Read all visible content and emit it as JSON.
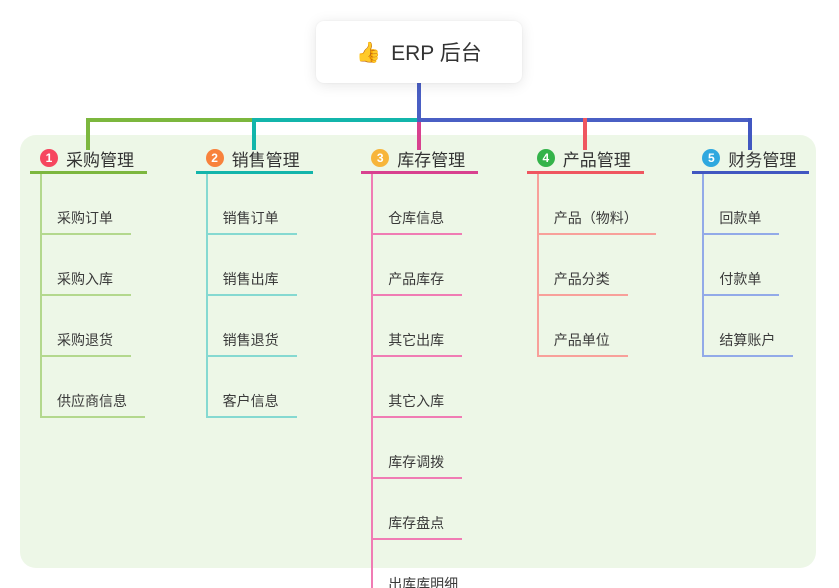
{
  "root": {
    "icon": "👍",
    "label": "ERP 后台"
  },
  "colors": {
    "page_bg": "#ffffff",
    "panel_bg": "#edf7e7",
    "root_connector": "#4a5fc4",
    "text_dark": "#333333"
  },
  "branches": [
    {
      "num": "1",
      "label": "采购管理",
      "badge_color": "#f6465f",
      "main_color": "#7cb73e",
      "light_color": "#b3d88d",
      "children": [
        "采购订单",
        "采购入库",
        "采购退货",
        "供应商信息"
      ]
    },
    {
      "num": "2",
      "label": "销售管理",
      "badge_color": "#f8823c",
      "main_color": "#13b5ab",
      "light_color": "#85d9d1",
      "children": [
        "销售订单",
        "销售出库",
        "销售退货",
        "客户信息"
      ]
    },
    {
      "num": "3",
      "label": "库存管理",
      "badge_color": "#f7b53a",
      "main_color": "#d8418f",
      "light_color": "#f07cb4",
      "children": [
        "仓库信息",
        "产品库存",
        "其它出库",
        "其它入库",
        "库存调拨",
        "库存盘点",
        "出库库明细"
      ]
    },
    {
      "num": "4",
      "label": "产品管理",
      "badge_color": "#34b34a",
      "main_color": "#ef5660",
      "light_color": "#f8a09a",
      "children": [
        "产品（物料）",
        "产品分类",
        "产品单位"
      ]
    },
    {
      "num": "5",
      "label": "财务管理",
      "badge_color": "#2fa8df",
      "main_color": "#4157c1",
      "light_color": "#92aae8",
      "children": [
        "回款单",
        "付款单",
        "结算账户"
      ]
    }
  ]
}
